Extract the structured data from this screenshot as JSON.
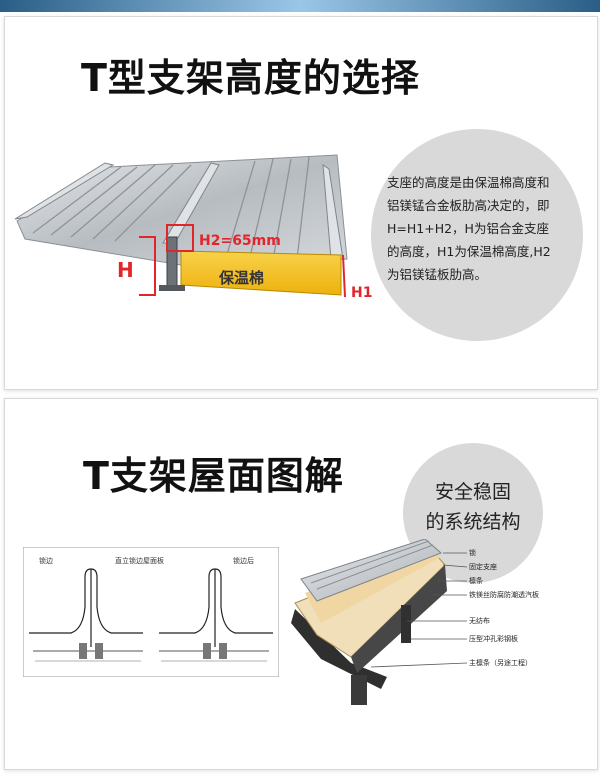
{
  "section1": {
    "title": "T型支架高度的选择",
    "diagram_labels": {
      "h": "H",
      "h2": "H2=65mm",
      "insulation": "保温棉",
      "h1": "H1"
    },
    "description_lines": [
      "支座的高度是由保温棉高度和",
      "铝镁锰合金板肋高决定的，即",
      "H=H1+H2，H为铝合金支座",
      "的高度，H1为保温棉高度,H2",
      "为铝镁锰板肋高。"
    ]
  },
  "section2": {
    "title": "T支架屋面图解",
    "stable_lines": [
      "安全稳固",
      "的系统结构"
    ],
    "seam_labels": {
      "left_a": "锁边",
      "left_b": "直立锁边屋面板",
      "right_a": "锁边后"
    },
    "layer_labels": [
      "锁",
      "固定支座",
      "檩条",
      "铁镁丝防腐防潮透汽板",
      "无纺布",
      "压型冲孔彩钢板",
      "主檩条（另途工程）"
    ]
  },
  "colors": {
    "accent_red": "#e0262b",
    "insulation_yellow": "#f4c21a",
    "metal_gray": "#b7bcc1"
  }
}
